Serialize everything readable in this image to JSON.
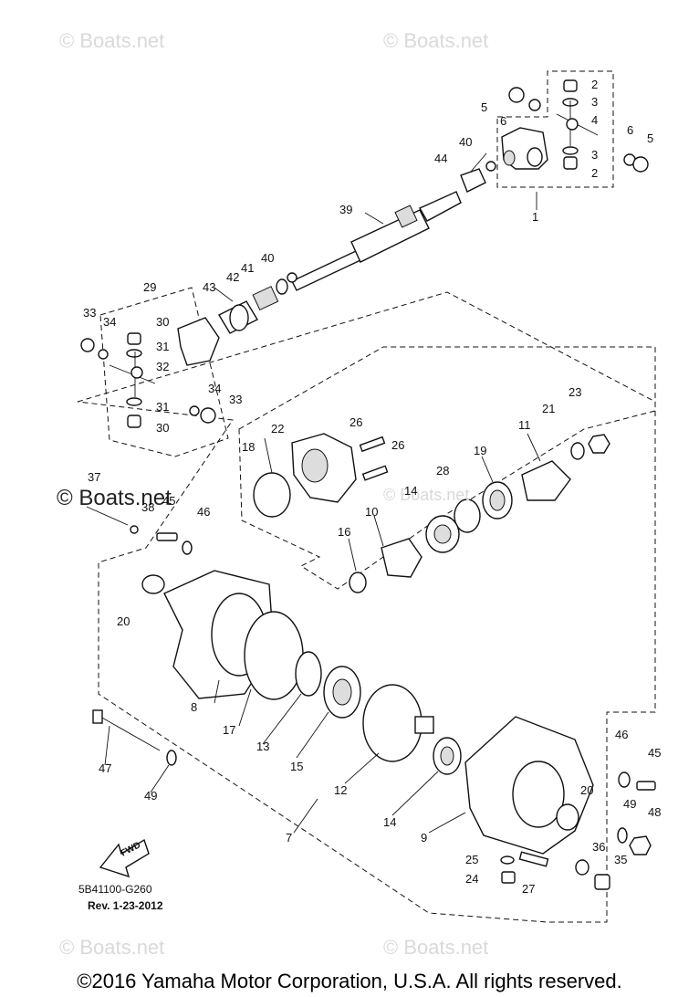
{
  "watermark": "© Boats.net",
  "diagram": {
    "code": "5B41100-G260",
    "revision": "Rev. 1-23-2012",
    "fwd_label": "FWD"
  },
  "copyright": "©2016 Yamaha Motor Corporation, U.S.A. All rights reserved.",
  "callouts": {
    "c1": "1",
    "c2a": "2",
    "c2b": "2",
    "c3a": "3",
    "c3b": "3",
    "c4": "4",
    "c5a": "5",
    "c5b": "5",
    "c6a": "6",
    "c6b": "6",
    "c7": "7",
    "c8": "8",
    "c9": "9",
    "c10": "10",
    "c11": "11",
    "c12": "12",
    "c13": "13",
    "c14a": "14",
    "c14b": "14",
    "c15": "15",
    "c16": "16",
    "c17": "17",
    "c18": "18",
    "c19": "19",
    "c20a": "20",
    "c20b": "20",
    "c21": "21",
    "c22": "22",
    "c23": "23",
    "c24": "24",
    "c25": "25",
    "c26a": "26",
    "c26b": "26",
    "c27": "27",
    "c28": "28",
    "c29": "29",
    "c30a": "30",
    "c30b": "30",
    "c31a": "31",
    "c31b": "31",
    "c32": "32",
    "c33a": "33",
    "c33b": "33",
    "c34a": "34",
    "c34b": "34",
    "c35": "35",
    "c36": "36",
    "c37": "37",
    "c38": "38",
    "c39": "39",
    "c40a": "40",
    "c40b": "40",
    "c41": "41",
    "c42": "42",
    "c43": "43",
    "c44": "44",
    "c45a": "45",
    "c45b": "45",
    "c46a": "46",
    "c46b": "46",
    "c47": "47",
    "c48": "48",
    "c49a": "49",
    "c49b": "49"
  }
}
